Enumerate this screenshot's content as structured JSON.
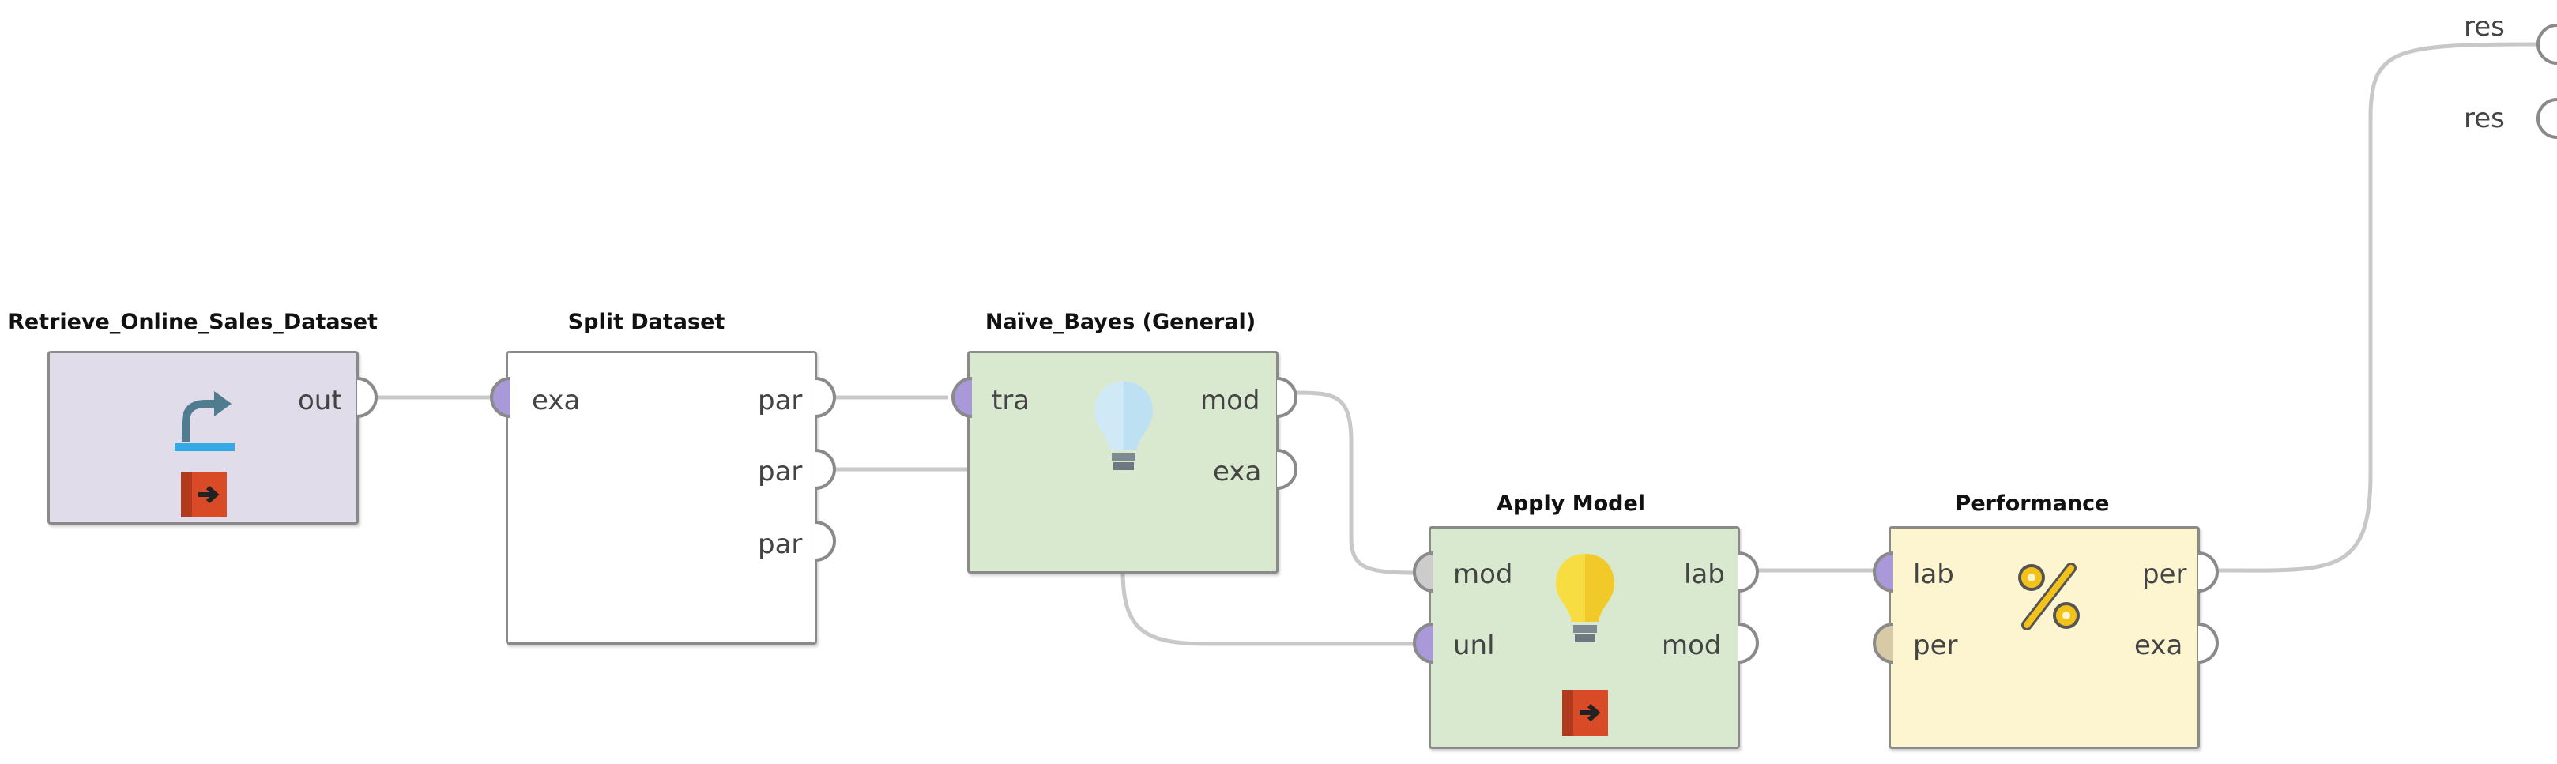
{
  "process": {
    "operators": [
      {
        "id": "retrieve",
        "title": "Retrieve_Online_Sales_Dataset",
        "outputs": [
          "out"
        ],
        "inputs": [],
        "icon": "retrieve-arrow-icon",
        "badge": "repository-import-icon",
        "color": "#e0dcea"
      },
      {
        "id": "split",
        "title": "Split Dataset",
        "inputs": [
          "exa"
        ],
        "outputs": [
          "par",
          "par",
          "par"
        ],
        "color": "#ffffff"
      },
      {
        "id": "naive_bayes",
        "title": "Naïve_Bayes (General)",
        "inputs": [
          "tra"
        ],
        "outputs": [
          "mod",
          "exa"
        ],
        "icon": "lightbulb-icon",
        "color": "#d9e9d0"
      },
      {
        "id": "apply_model",
        "title": "Apply Model",
        "inputs": [
          "mod",
          "unl"
        ],
        "outputs": [
          "lab",
          "mod"
        ],
        "icon": "lightbulb-lit-icon",
        "badge": "repository-import-icon",
        "color": "#d9e9d0"
      },
      {
        "id": "performance",
        "title": "Performance",
        "inputs": [
          "lab",
          "per"
        ],
        "outputs": [
          "per",
          "exa"
        ],
        "icon": "percent-icon",
        "color": "#fdf5d0"
      }
    ],
    "result_ports": [
      "res",
      "res"
    ]
  },
  "colors": {
    "connection": "#c8c8c8",
    "port_stroke": "#8a8a8a",
    "port_fill_example": "#a999d8",
    "port_fill_model": "#cccccc",
    "port_fill_performance": "#d6cba6",
    "retrieve_arrow": "#4f7d8f",
    "retrieve_bar": "#33a9e6",
    "badge_red": "#d94a26"
  }
}
